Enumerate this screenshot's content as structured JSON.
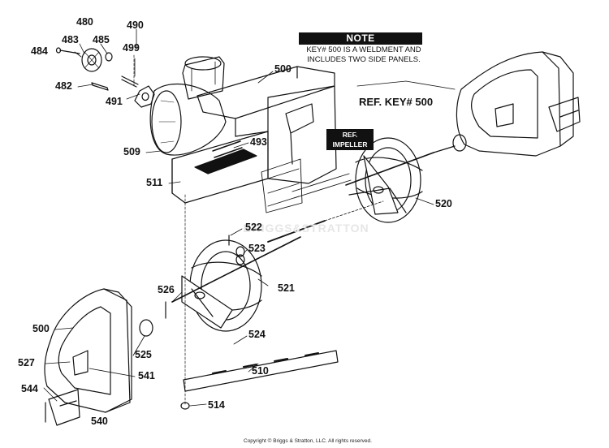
{
  "note": {
    "title": "NOTE",
    "text": "KEY# 500 IS A WELDMENT AND INCLUDES TWO SIDE PANELS."
  },
  "ref_key": "REF. KEY# 500",
  "ref_impeller": "REF. IMPELLER",
  "watermark": "BRIGGS&STRATTON",
  "copyright": "Copyright © Briggs & Stratton, LLC. All rights reserved.",
  "callouts": [
    "480",
    "483",
    "485",
    "490",
    "484",
    "499",
    "482",
    "491",
    "500",
    "493",
    "509",
    "511",
    "520",
    "522",
    "523",
    "521",
    "526",
    "500",
    "524",
    "525",
    "527",
    "541",
    "510",
    "544",
    "514",
    "540"
  ]
}
